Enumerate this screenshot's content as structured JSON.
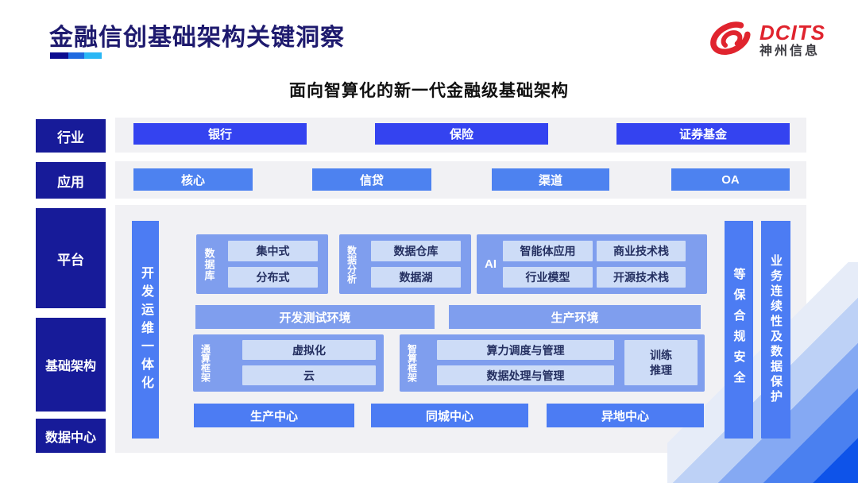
{
  "colors": {
    "title": "#1E1A6E",
    "navy_label": "#171B99",
    "industry_box": "#3443F0",
    "application_box": "#4D82F0",
    "bar_blue": "#4C7CF3",
    "group_blue": "#7F9EEE",
    "inner_box": "#CDDCF7",
    "panel_gray": "#F1F1F4",
    "logo_red": "#E0242E",
    "underline_segments": [
      "#0B0B8F",
      "#1F6AE0",
      "#2BB7F5"
    ],
    "corner_stripes": [
      "#E6ECF8",
      "#BDD1F6",
      "#85A9F3",
      "#4A80F0",
      "#0E53E9"
    ]
  },
  "header": {
    "title": "金融信创基础架构关键洞察",
    "logo_brand": "DCITS",
    "logo_company": "神州信息"
  },
  "subtitle": "面向智算化的新一代金融级基础架构",
  "left_labels": {
    "industry": "行业",
    "application": "应用",
    "platform": "平台",
    "infrastructure": "基础架构",
    "datacenter": "数据中心"
  },
  "industry_row": [
    "银行",
    "保险",
    "证券基金"
  ],
  "application_row": [
    "核心",
    "信贷",
    "渠道",
    "OA"
  ],
  "platform": {
    "devops_bar": "开发运维一体化",
    "database_group": {
      "label": "数据库",
      "items": [
        "集中式",
        "分布式"
      ]
    },
    "analytics_group": {
      "label": "数据分析",
      "items": [
        "数据仓库",
        "数据湖"
      ]
    },
    "ai_group": {
      "label": "AI",
      "items": [
        "智能体应用",
        "商业技术栈",
        "行业模型",
        "开源技术栈"
      ]
    },
    "environments": [
      "开发测试环境",
      "生产环境"
    ],
    "general_compute_group": {
      "label": "通算框架",
      "items": [
        "虚拟化",
        "云"
      ]
    },
    "ai_compute_group": {
      "label": "智算框架",
      "items": [
        "算力调度与管理",
        "数据处理与管理"
      ],
      "side_box": [
        "训练",
        "推理"
      ]
    },
    "centers": [
      "生产中心",
      "同城中心",
      "异地中心"
    ],
    "security_bar": "等保合规安全",
    "continuity_bar": "业务连续性及数据保护"
  }
}
